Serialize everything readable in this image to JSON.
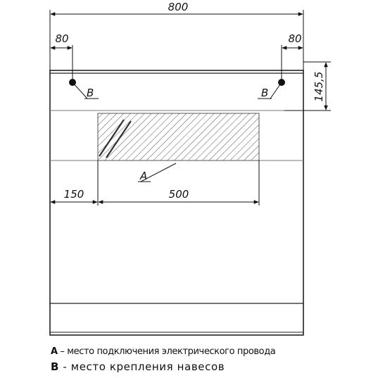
{
  "dimensions": {
    "overall_width": "800",
    "left_mount_offset": "80",
    "right_mount_offset": "80",
    "mount_height": "145,5",
    "left_zone_offset": "150",
    "zone_width": "500"
  },
  "labels": {
    "mount_left": "B",
    "mount_right": "B",
    "connection_zone": "A"
  },
  "legend": {
    "a_letter": "A",
    "a_text": " – место подключения электрического провода",
    "b_letter": "B",
    "b_text": " - место крепления навесов"
  }
}
